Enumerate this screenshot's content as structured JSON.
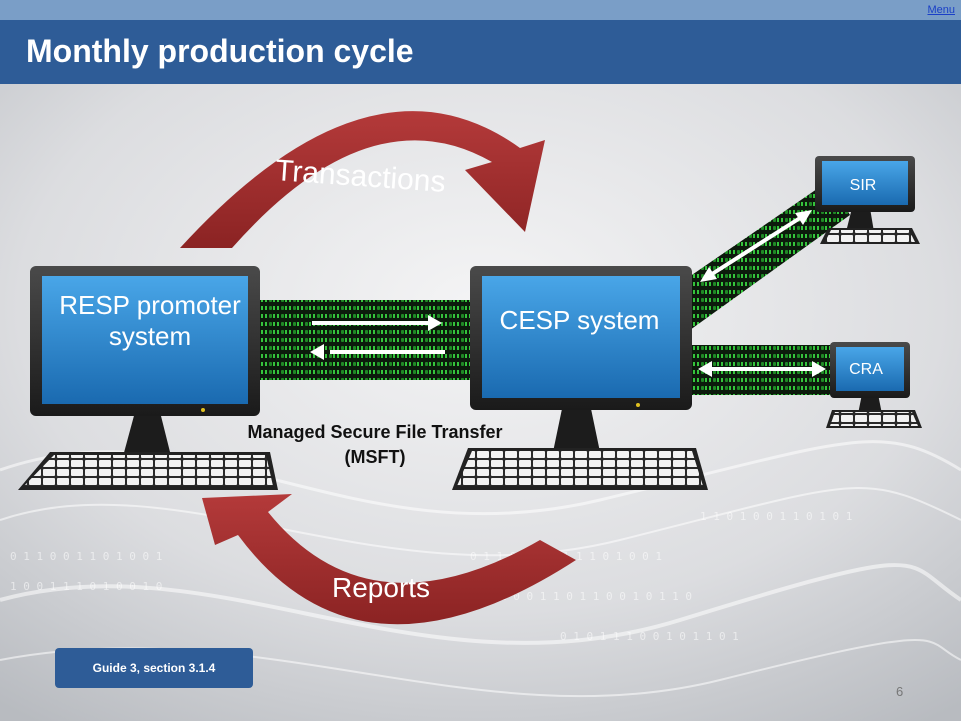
{
  "header": {
    "title": "Monthly production cycle",
    "menu_label": "Menu"
  },
  "diagram": {
    "resp": {
      "label": "RESP promoter system"
    },
    "cesp": {
      "label": "CESP system"
    },
    "sir": {
      "label": "SIR"
    },
    "cra": {
      "label": "CRA"
    },
    "transactions_label": "Transactions",
    "reports_label": "Reports",
    "msft_label_line1": "Managed Secure File Transfer",
    "msft_label_line2": "(MSFT)"
  },
  "footer": {
    "guide_reference": "Guide 3, section 3.1.4",
    "page_number": "6"
  },
  "colors": {
    "title_bar": "#2e5c97",
    "arc": "#a32e2e",
    "screen": "#2b86cf",
    "data_stream": "#30c040"
  }
}
